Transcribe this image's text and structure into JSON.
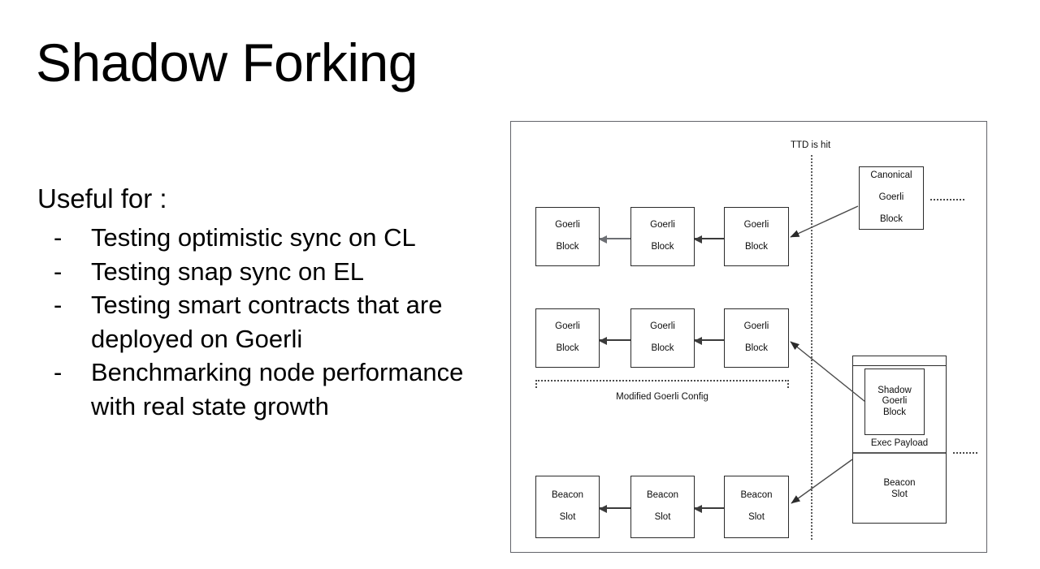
{
  "slide": {
    "title": "Shadow Forking",
    "useful_heading": "Useful for :",
    "bullet_marker": "-",
    "bullets": [
      "Testing optimistic sync on CL",
      "Testing snap sync on EL",
      "Testing smart contracts that are deployed on Goerli",
      "Benchmarking node performance with real state growth"
    ]
  },
  "diagram": {
    "ttd_label": "TTD is hit",
    "config_bracket_label": "Modified Goerli Config",
    "exec_payload_label": "Exec Payload",
    "rows": [
      {
        "name": "goerli-chain-row",
        "nodes": [
          {
            "label_line1": "Goerli",
            "label_line2": "Block"
          },
          {
            "label_line1": "Goerli",
            "label_line2": "Block"
          },
          {
            "label_line1": "Goerli",
            "label_line2": "Block"
          }
        ]
      },
      {
        "name": "shadow-goerli-chain-row",
        "nodes": [
          {
            "label_line1": "Goerli",
            "label_line2": "Block"
          },
          {
            "label_line1": "Goerli",
            "label_line2": "Block"
          },
          {
            "label_line1": "Goerli",
            "label_line2": "Block"
          }
        ]
      },
      {
        "name": "beacon-chain-row",
        "nodes": [
          {
            "label_line1": "Beacon",
            "label_line2": "Slot"
          },
          {
            "label_line1": "Beacon",
            "label_line2": "Slot"
          },
          {
            "label_line1": "Beacon",
            "label_line2": "Slot"
          }
        ]
      }
    ],
    "canonical_block": {
      "label_line1": "Canonical",
      "label_line2": "Goerli",
      "label_line3": "Block"
    },
    "shadow_block": {
      "label_line1": "Shadow",
      "label_line2": "Goerli",
      "label_line3": "Block"
    },
    "beacon_payload_block": {
      "label_line1": "Beacon",
      "label_line2": "Slot"
    },
    "colors": {
      "frame_border": "#62646a",
      "node_border": "#2b2b2b",
      "arrow": "#3b3b3b",
      "arrow_light": "#6d6f74",
      "dotted": "#4a4a4a",
      "text": "#0d0d0d"
    }
  }
}
